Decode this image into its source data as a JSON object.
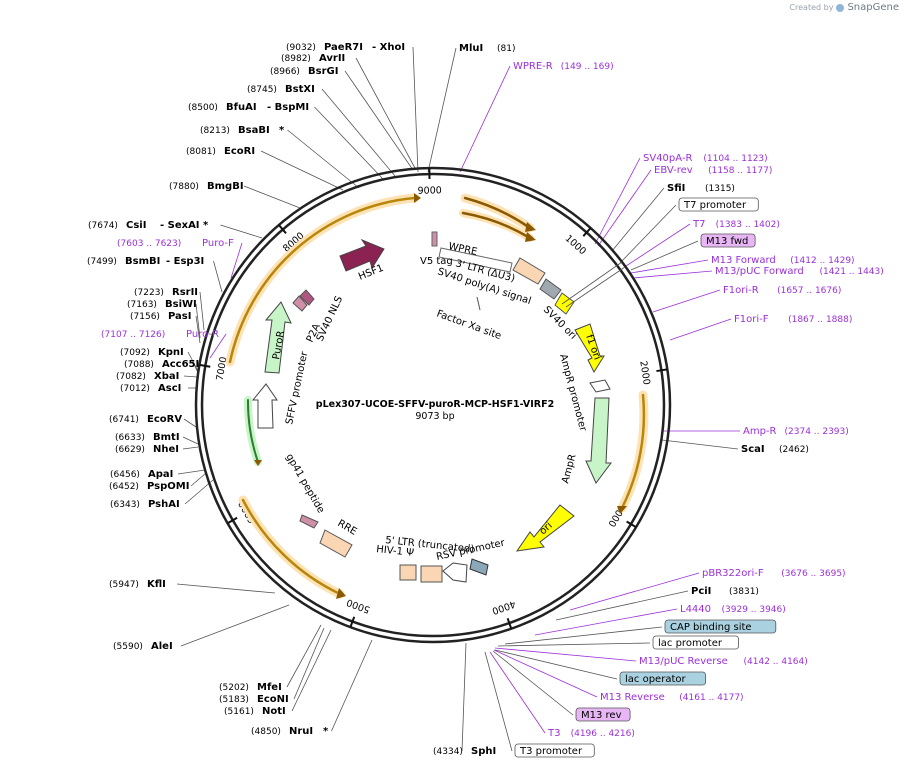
{
  "watermark": {
    "prefix": "Created by",
    "product": "SnapGene"
  },
  "plasmid": {
    "name": "pLex307-UCOE-SFFV-puroR-MCP-HSF1-VIRF2",
    "length_label": "9073 bp",
    "length": 9073
  },
  "ring_ticks": [
    "1000",
    "2000",
    "3000",
    "4000",
    "5000",
    "6000",
    "7000",
    "8000",
    "9000"
  ],
  "colors": {
    "primer": "#9b30d9",
    "site": "#000000",
    "feature_arrow": "#f8b84a",
    "ampR": "#c8f5c8",
    "ori": "#ffff00",
    "hsf1": "#8b2252",
    "box": "#fbd6b5",
    "blue_box": "#a9d1e0",
    "purple_box": "#e8b6f5"
  },
  "labels": [
    {
      "pos": "(9032)",
      "name": "PaeR7I",
      "extra": "- XhoI",
      "kind": "site"
    },
    {
      "pos": "(8982)",
      "name": "AvrII",
      "kind": "site"
    },
    {
      "pos": "(8966)",
      "name": "BsrGI",
      "kind": "site"
    },
    {
      "pos": "(8745)",
      "name": "BstXI",
      "kind": "site"
    },
    {
      "pos": "(8500)",
      "name": "BfuAI",
      "extra": "- BspMI",
      "kind": "site"
    },
    {
      "pos": "(8213)",
      "name": "BsaBI",
      "extra": "*",
      "kind": "site"
    },
    {
      "pos": "(8081)",
      "name": "EcoRI",
      "kind": "site"
    },
    {
      "pos": "(7880)",
      "name": "BmgBI",
      "kind": "site"
    },
    {
      "pos": "(7674)",
      "name": "CsiI",
      "extra": "- SexAI *",
      "kind": "site"
    },
    {
      "pos": "(7603 .. 7623)",
      "name": "Puro-F",
      "kind": "primer"
    },
    {
      "pos": "(7499)",
      "name": "BsmBI",
      "extra": "- Esp3I",
      "kind": "site"
    },
    {
      "pos": "(7223)",
      "name": "RsrII",
      "kind": "site"
    },
    {
      "pos": "(7163)",
      "name": "BsiWI",
      "kind": "site"
    },
    {
      "pos": "(7156)",
      "name": "PasI",
      "kind": "site"
    },
    {
      "pos": "(7107 .. 7126)",
      "name": "Puro-R",
      "kind": "primer"
    },
    {
      "pos": "(7092)",
      "name": "KpnI",
      "kind": "site"
    },
    {
      "pos": "(7088)",
      "name": "Acc65I",
      "kind": "site"
    },
    {
      "pos": "(7082)",
      "name": "XbaI",
      "kind": "site"
    },
    {
      "pos": "(7012)",
      "name": "AscI",
      "kind": "site"
    },
    {
      "pos": "(6741)",
      "name": "EcoRV",
      "kind": "site"
    },
    {
      "pos": "(6633)",
      "name": "BmtI",
      "kind": "site"
    },
    {
      "pos": "(6629)",
      "name": "NheI",
      "kind": "site"
    },
    {
      "pos": "(6456)",
      "name": "ApaI",
      "kind": "site"
    },
    {
      "pos": "(6452)",
      "name": "PspOMI",
      "kind": "site"
    },
    {
      "pos": "(6343)",
      "name": "PshAI",
      "kind": "site"
    },
    {
      "pos": "(5947)",
      "name": "KflI",
      "kind": "site"
    },
    {
      "pos": "(5590)",
      "name": "AleI",
      "kind": "site"
    },
    {
      "pos": "(5202)",
      "name": "MfeI",
      "kind": "site"
    },
    {
      "pos": "(5183)",
      "name": "EcoNI",
      "kind": "site"
    },
    {
      "pos": "(5161)",
      "name": "NotI",
      "kind": "site"
    },
    {
      "pos": "(4850)",
      "name": "NruI",
      "extra": "*",
      "kind": "site"
    },
    {
      "pos": "(4334)",
      "name": "SphI",
      "kind": "site"
    },
    {
      "name": "MluI",
      "pos": "(81)",
      "kind": "site"
    },
    {
      "name": "WPRE-R",
      "pos": "(149 .. 169)",
      "kind": "primer"
    },
    {
      "name": "SV40pA-R",
      "pos": "(1104 .. 1123)",
      "kind": "primer"
    },
    {
      "name": "EBV-rev",
      "pos": "(1158 .. 1177)",
      "kind": "primer"
    },
    {
      "name": "SfiI",
      "pos": "(1315)",
      "kind": "site"
    },
    {
      "name": "T7 promoter",
      "kind": "box"
    },
    {
      "name": "T7",
      "pos": "(1383 .. 1402)",
      "kind": "primer"
    },
    {
      "name": "M13 fwd",
      "kind": "purplebox"
    },
    {
      "name": "M13 Forward",
      "pos": "(1412 .. 1429)",
      "kind": "primer"
    },
    {
      "name": "M13/pUC Forward",
      "pos": "(1421 .. 1443)",
      "kind": "primer"
    },
    {
      "name": "F1ori-R",
      "pos": "(1657 .. 1676)",
      "kind": "primer"
    },
    {
      "name": "F1ori-F",
      "pos": "(1867 .. 1888)",
      "kind": "primer"
    },
    {
      "name": "Amp-R",
      "pos": "(2374 .. 2393)",
      "kind": "primer"
    },
    {
      "name": "ScaI",
      "pos": "(2462)",
      "kind": "site"
    },
    {
      "name": "pBR322ori-F",
      "pos": "(3676 .. 3695)",
      "kind": "primer"
    },
    {
      "name": "PciI",
      "pos": "(3831)",
      "kind": "site"
    },
    {
      "name": "L4440",
      "pos": "(3929 .. 3946)",
      "kind": "primer"
    },
    {
      "name": "CAP binding site",
      "kind": "bluebox"
    },
    {
      "name": "lac promoter",
      "kind": "box"
    },
    {
      "name": "M13/pUC Reverse",
      "pos": "(4142 .. 4164)",
      "kind": "primer"
    },
    {
      "name": "lac operator",
      "kind": "bluebox"
    },
    {
      "name": "M13 Reverse",
      "pos": "(4161 .. 4177)",
      "kind": "primer"
    },
    {
      "name": "M13 rev",
      "kind": "purplebox"
    },
    {
      "name": "T3",
      "pos": "(4196 .. 4216)",
      "kind": "primer"
    },
    {
      "name": "T3 promoter",
      "kind": "box"
    }
  ],
  "features": [
    "WPRE",
    "V5 tag",
    "3' LTR (ΔU3)",
    "SV40 poly(A) signal",
    "HSF1",
    "Factor Xa site",
    "SV40 ori",
    "f1 ori",
    "AmpR promoter",
    "AmpR",
    "ori",
    "RSV promoter",
    "5' LTR (truncated)",
    "HIV-1 Ψ",
    "RRE",
    "gp41 peptide",
    "SFFV promoter",
    "PuroR",
    "P2A",
    "SV40 NLS"
  ]
}
